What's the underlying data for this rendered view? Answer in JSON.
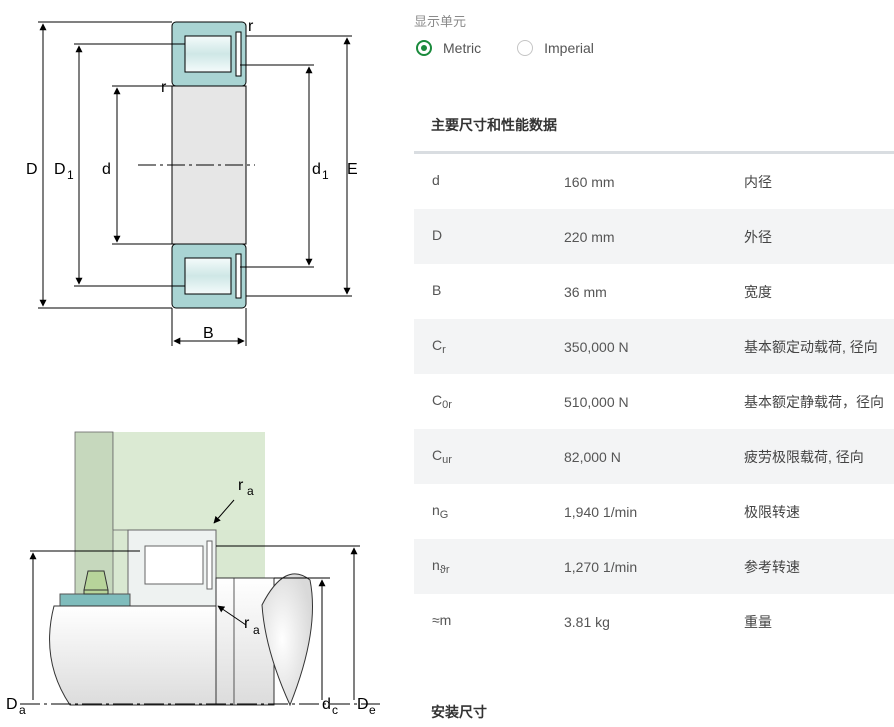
{
  "diagram": {
    "top_labels": {
      "D": "D",
      "D1_main": "D",
      "D1_sub": "1",
      "d": "d",
      "d1_main": "d",
      "d1_sub": "1",
      "E": "E",
      "B": "B",
      "r": "r"
    },
    "bottom_labels": {
      "ra_main": "r",
      "ra_sub": "a",
      "Da_main": "D",
      "Da_sub": "a",
      "dc_main": "d",
      "dc_sub": "c",
      "De_main": "D",
      "De_sub": "e"
    }
  },
  "units": {
    "label": "显示单元",
    "options": [
      {
        "label": "Metric",
        "checked": true
      },
      {
        "label": "Imperial",
        "checked": false
      }
    ]
  },
  "main_section_title": "主要尺寸和性能数据",
  "rows": [
    {
      "sym": "d",
      "sub": "",
      "value": "160 mm",
      "desc": "内径"
    },
    {
      "sym": "D",
      "sub": "",
      "value": "220 mm",
      "desc": "外径"
    },
    {
      "sym": "B",
      "sub": "",
      "value": "36 mm",
      "desc": "宽度"
    },
    {
      "sym": "C",
      "sub": "r",
      "value": "350,000 N",
      "desc": "基本额定动载荷, 径向"
    },
    {
      "sym": "C",
      "sub": "0r",
      "value": "510,000 N",
      "desc": "基本额定静载荷，径向"
    },
    {
      "sym": "C",
      "sub": "ur",
      "value": "82,000 N",
      "desc": "疲劳极限载荷, 径向"
    },
    {
      "sym": "n",
      "sub": "G",
      "value": "1,940 1/min",
      "desc": "极限转速"
    },
    {
      "sym": "n",
      "sub": "ϑr",
      "value": "1,270 1/min",
      "desc": "参考转速"
    },
    {
      "sym": "≈m",
      "sub": "",
      "value": "3.81 kg",
      "desc": "重量"
    }
  ],
  "mount_section_title": "安装尺寸",
  "colors": {
    "accent": "#1a8a3c",
    "bearing_teal": "#a9d4d3",
    "housing_green": "#d4e5cc"
  }
}
